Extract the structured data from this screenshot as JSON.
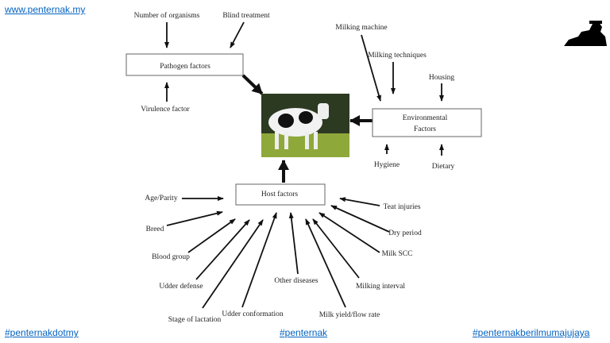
{
  "header_link": "www.penternak.my",
  "footer": {
    "left": "#penternakdotmy",
    "center": "#penternak",
    "right": "#penternakberilmumajujaya"
  },
  "diagram": {
    "pathogen": {
      "box": "Pathogen factors",
      "inputs": [
        "Number of organisms",
        "Blind treatment",
        "Virulence factor"
      ]
    },
    "environmental": {
      "box_line1": "Environmental",
      "box_line2": "Factors",
      "inputs": [
        "Milking machine",
        "Milking techniques",
        "Housing",
        "Hygiene",
        "Dietary"
      ]
    },
    "host": {
      "box": "Host factors",
      "inputs": [
        "Age/Parity",
        "Breed",
        "Blood group",
        "Udder defense",
        "Stage of lactation",
        "Udder conformation",
        "Other diseases",
        "Milk yield/flow rate",
        "Milking interval",
        "Milk SCC",
        "Dry period",
        "Teat injuries"
      ]
    },
    "center_image": "cow-photo"
  }
}
